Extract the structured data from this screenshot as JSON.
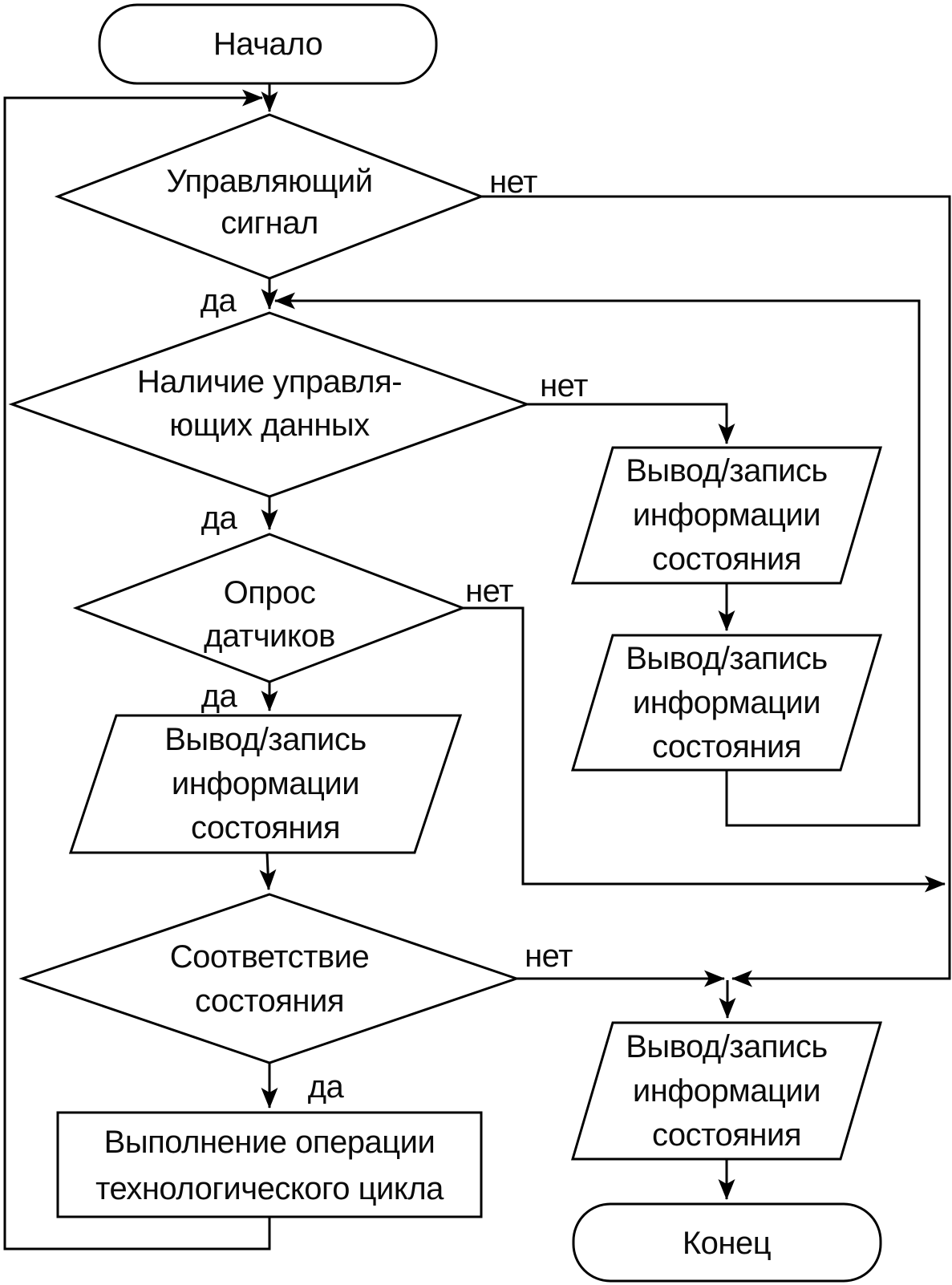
{
  "diagram": {
    "kind": "flowchart",
    "language": "ru",
    "colors": {
      "stroke": "#000000",
      "background": "#ffffff",
      "text": "#0b0b0b"
    },
    "labels": {
      "yes": "да",
      "no": "нет"
    },
    "nodes": {
      "start": {
        "type": "terminator",
        "text": "Начало"
      },
      "d1": {
        "type": "decision",
        "line1": "Управляющий",
        "line2": "сигнал"
      },
      "d2": {
        "type": "decision",
        "line1": "Наличие управля-",
        "line2": "ющих данных"
      },
      "d3": {
        "type": "decision",
        "line1": "Опрос",
        "line2": "датчиков"
      },
      "io_left": {
        "type": "io",
        "line1": "Вывод/запись",
        "line2": "информации",
        "line3": "состояния"
      },
      "io_right1": {
        "type": "io",
        "line1": "Вывод/запись",
        "line2": "информации",
        "line3": "состояния"
      },
      "io_right2": {
        "type": "io",
        "line1": "Вывод/запись",
        "line2": "информации",
        "line3": "состояния"
      },
      "io_right3": {
        "type": "io",
        "line1": "Вывод/запись",
        "line2": "информации",
        "line3": "состояния"
      },
      "d4": {
        "type": "decision",
        "line1": "Соответствие",
        "line2": "состояния"
      },
      "exec": {
        "type": "process",
        "line1": "Выполнение операции",
        "line2": "технологического цикла"
      },
      "end": {
        "type": "terminator",
        "text": "Конец"
      }
    },
    "edges": [
      {
        "from": "start",
        "to": "d1",
        "label": ""
      },
      {
        "from": "d1",
        "to": "d2",
        "label": "да"
      },
      {
        "from": "d1",
        "to": "end_merge",
        "label": "нет"
      },
      {
        "from": "d2",
        "to": "io_right1",
        "label": "нет"
      },
      {
        "from": "d2",
        "to": "d3",
        "label": "да"
      },
      {
        "from": "io_right1",
        "to": "io_right2",
        "label": ""
      },
      {
        "from": "io_right2",
        "to": "d2",
        "label": ""
      },
      {
        "from": "d3",
        "to": "io_left",
        "label": "да"
      },
      {
        "from": "d3",
        "to": "end_merge",
        "label": "нет"
      },
      {
        "from": "io_left",
        "to": "d4",
        "label": ""
      },
      {
        "from": "d4",
        "to": "exec",
        "label": "да"
      },
      {
        "from": "d4",
        "to": "io_right3",
        "label": "нет"
      },
      {
        "from": "io_right3",
        "to": "end",
        "label": ""
      },
      {
        "from": "exec",
        "to": "d1",
        "label": ""
      }
    ]
  }
}
